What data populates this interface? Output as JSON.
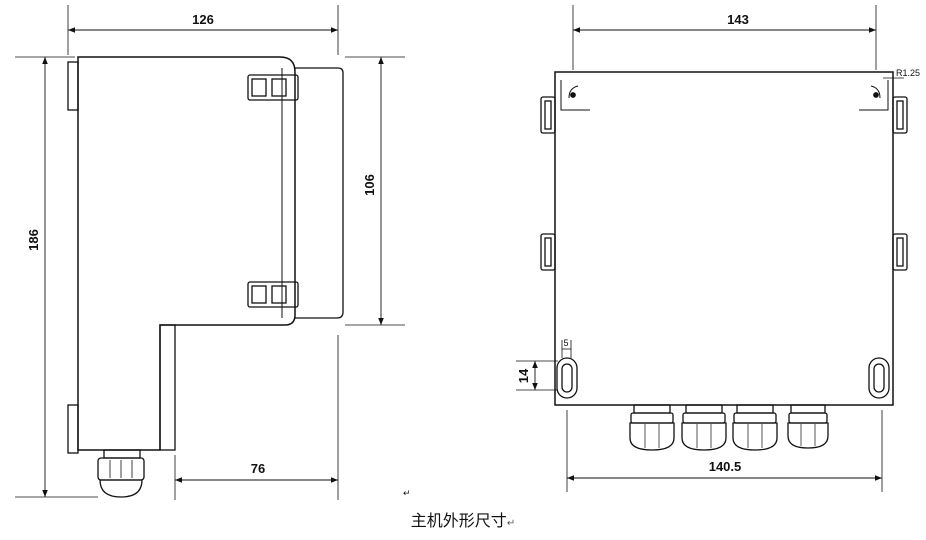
{
  "side_view": {
    "dim_width_top": "126",
    "dim_height_total": "186",
    "dim_door_height": "106",
    "dim_base_width": "76"
  },
  "front_view": {
    "dim_width_top": "143",
    "dim_corner_radius": "R1.25",
    "dim_slot_width": "5",
    "dim_slot_height": "14",
    "dim_width_bottom": "140.5"
  },
  "caption": "主机外形尺寸",
  "paragraph_mark_1": "↵",
  "paragraph_mark_2": "↵"
}
